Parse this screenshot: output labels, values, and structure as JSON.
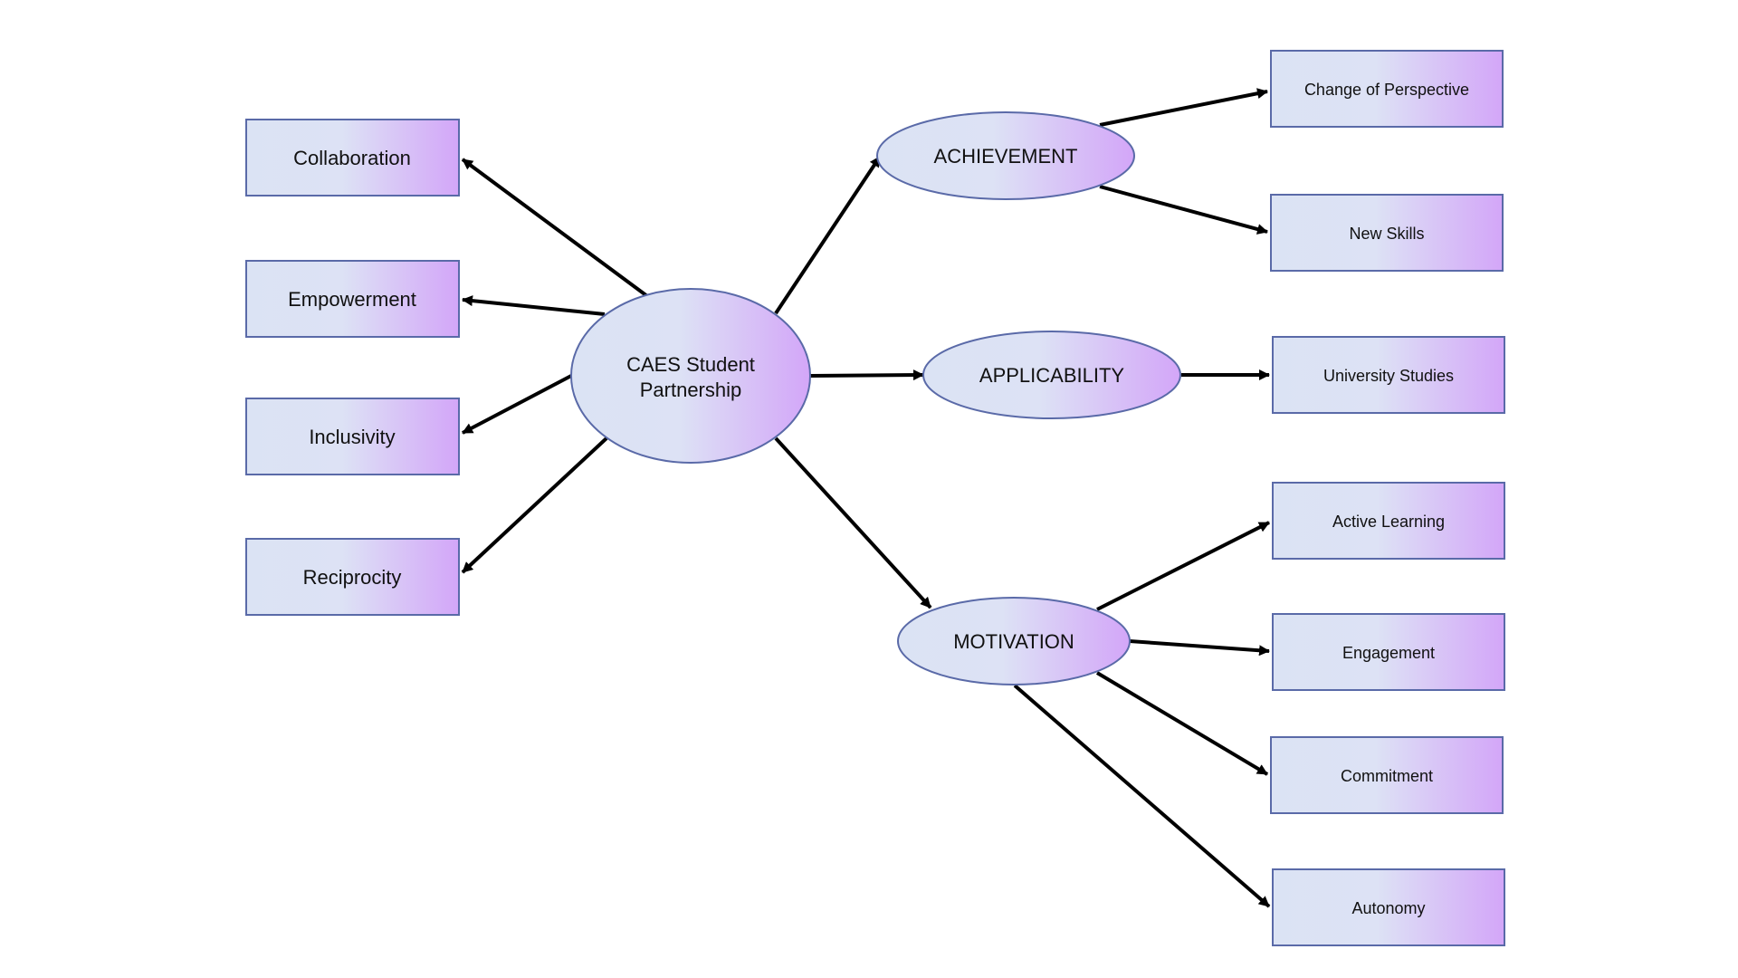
{
  "colors": {
    "box_fill_start": "#dbe3f4",
    "box_fill_end": "#d5a9f8",
    "border": "#5a6aa8",
    "arrow": "#000000"
  },
  "center": {
    "lines": [
      "CAES Student",
      "Partnership"
    ]
  },
  "left_concepts": [
    {
      "label": "Collaboration"
    },
    {
      "label": "Empowerment"
    },
    {
      "label": "Inclusivity"
    },
    {
      "label": "Reciprocity"
    }
  ],
  "themes": [
    {
      "label": "ACHIEVEMENT",
      "outcomes": [
        {
          "label": "Change of Perspective"
        },
        {
          "label": "New Skills"
        }
      ]
    },
    {
      "label": "APPLICABILITY",
      "outcomes": [
        {
          "label": "University Studies"
        }
      ]
    },
    {
      "label": "MOTIVATION",
      "outcomes": [
        {
          "label": "Active Learning"
        },
        {
          "label": "Engagement"
        },
        {
          "label": "Commitment"
        },
        {
          "label": "Autonomy"
        }
      ]
    }
  ]
}
